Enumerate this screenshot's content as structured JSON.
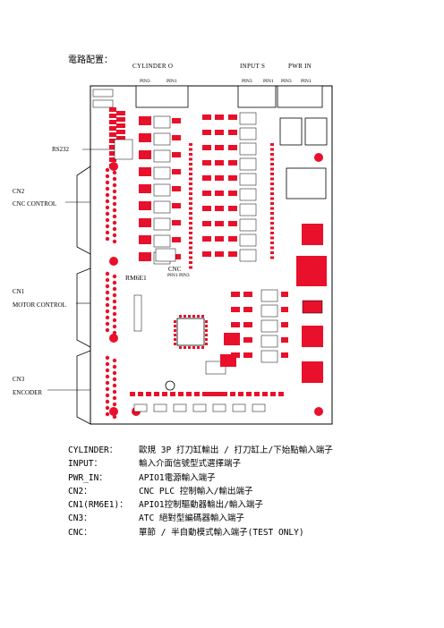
{
  "title": "電路配置：",
  "connectors": {
    "cylinder_o": "CYLINDER  O",
    "input_s": "INPUT  S",
    "pwr_in": "PWR  IN",
    "pin3": "PIN3",
    "pin1": "PIN1"
  },
  "side_labels": {
    "rs232": "RS232",
    "cn2": "CN2",
    "cnc_control": "CNC CONTROL",
    "cn1": "CN1",
    "motor_control": "MOTOR CONTROL",
    "cn3": "CN3",
    "encoder": "ENCODER",
    "rm6e1": "RM6E1",
    "cnc": "CNC",
    "cnc_pins": "PIN1 PIN3"
  },
  "legend": [
    {
      "key": "CYLINDER：",
      "value": "歐規 3P 打刀缸輸出 / 打刀缸上/下始點輸入端子"
    },
    {
      "key": "INPUT：",
      "value": "輸入介面信號型式選擇端子"
    },
    {
      "key": "PWR_IN：",
      "value": "APIO1電源輸入端子"
    },
    {
      "key": "CN2：",
      "value": "CNC PLC 控制輸入/輸出端子"
    },
    {
      "key": "CN1(RM6E1)：",
      "value": "APIO1控制驅動器輸出/輸入端子"
    },
    {
      "key": "CN3：",
      "value": "ATC 絕對型編碼器輸入端子"
    },
    {
      "key": "CNC：",
      "value": "單節 / 半自動模式輸入端子(TEST ONLY)"
    }
  ],
  "colors": {
    "component": "#e8102a",
    "outline": "#000000",
    "pad": "#ffffff"
  }
}
